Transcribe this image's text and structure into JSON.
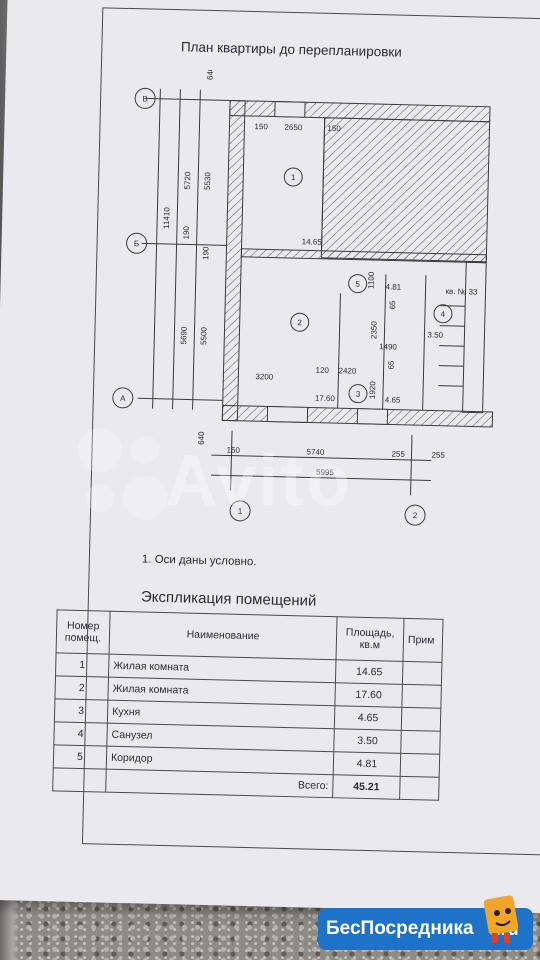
{
  "plan": {
    "title": "План квартиры до перепланировки",
    "axes": {
      "row_b": "В",
      "row_mid": "Б",
      "row_a": "А",
      "col_1": "1",
      "col_2": "2"
    },
    "dims_left": [
      "640",
      "5720",
      "5530",
      "11410",
      "190",
      "190",
      "5690",
      "5500",
      "640"
    ],
    "dims_top": [
      "150",
      "2650",
      "150"
    ],
    "dims_bottom": [
      "150",
      "5740",
      "255",
      "255",
      "5995"
    ],
    "inner_dims": [
      "3200",
      "120",
      "2420",
      "1100",
      "65",
      "2350",
      "65",
      "1490",
      "1920",
      "14.65",
      "17.60",
      "4.65",
      "4.81",
      "3.50"
    ],
    "room_numbers": [
      "1",
      "2",
      "3",
      "4",
      "5"
    ],
    "neighbor_label": "кв. № 33"
  },
  "note": "1. Оси даны условно.",
  "explication": {
    "title": "Экспликация помещений",
    "headers": {
      "num": "Номер помещ.",
      "name": "Наименование",
      "area": "Площадь, кв.м",
      "note": "Прим"
    },
    "rows": [
      {
        "num": "1",
        "name": "Жилая комната",
        "area": "14.65"
      },
      {
        "num": "2",
        "name": "Жилая комната",
        "area": "17.60"
      },
      {
        "num": "3",
        "name": "Кухня",
        "area": "4.65"
      },
      {
        "num": "4",
        "name": "Санузел",
        "area": "3.50"
      },
      {
        "num": "5",
        "name": "Коридор",
        "area": "4.81"
      }
    ],
    "total_label": "Всего:",
    "total_value": "45.21"
  },
  "watermark": "Avito",
  "logo": {
    "text": "БесПосредника",
    "tld": ".ru"
  }
}
